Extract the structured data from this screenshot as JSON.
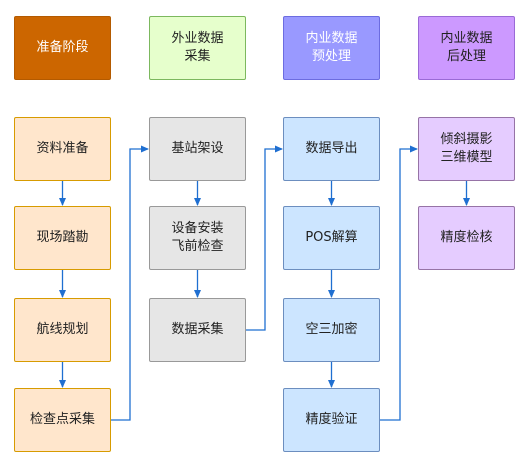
{
  "headers": [
    {
      "label": "准备阶段",
      "fill": "#cc6600",
      "stroke": "#b35a00",
      "text": "#ffffff"
    },
    {
      "label": "外业数据\n采集",
      "fill": "#e6ffcc",
      "stroke": "#7cb85e",
      "text": "#222222"
    },
    {
      "label": "内业数据\n预处理",
      "fill": "#9999ff",
      "stroke": "#6c6ce0",
      "text": "#ffffff"
    },
    {
      "label": "内业数据\n后处理",
      "fill": "#cc99ff",
      "stroke": "#9a6ad6",
      "text": "#222222"
    }
  ],
  "columns": [
    {
      "fill": "#ffe6cc",
      "stroke": "#d79b00",
      "steps": [
        "资料准备",
        "现场踏勘",
        "航线规划",
        "检查点采集"
      ]
    },
    {
      "fill": "#e6e6e6",
      "stroke": "#999999",
      "steps": [
        "基站架设",
        "设备安装\n飞前检查",
        "数据采集"
      ]
    },
    {
      "fill": "#cce5ff",
      "stroke": "#6c8ebf",
      "steps": [
        "数据导出",
        "POS解算",
        "空三加密",
        "精度验证"
      ]
    },
    {
      "fill": "#e5ccff",
      "stroke": "#9673a6",
      "steps": [
        "倾斜摄影\n三维模型",
        "精度检核"
      ]
    }
  ],
  "colors": {
    "connector": "#1f6fd1"
  }
}
